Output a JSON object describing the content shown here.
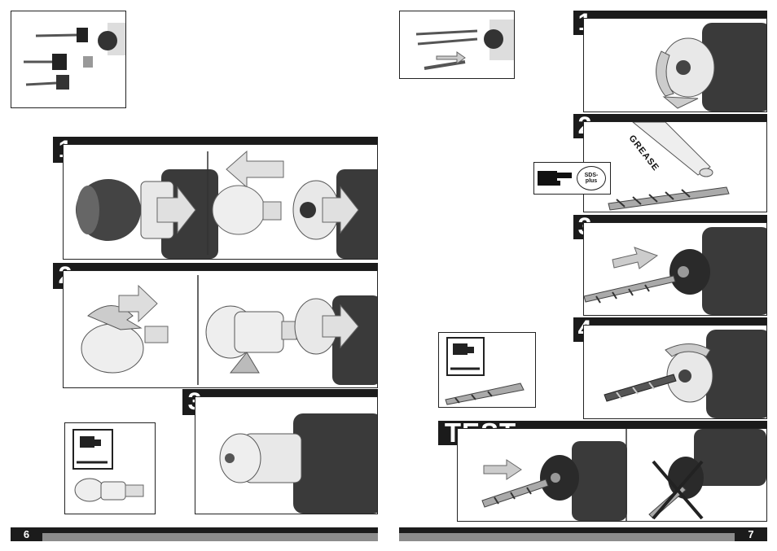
{
  "left_page": {
    "page_number": "6",
    "steps": [
      {
        "number": "1"
      },
      {
        "number": "2"
      },
      {
        "number": "3"
      }
    ]
  },
  "right_page": {
    "page_number": "7",
    "steps": [
      {
        "number": "1"
      },
      {
        "number": "2"
      },
      {
        "number": "3"
      },
      {
        "number": "4"
      }
    ],
    "grease_label": "GREASE",
    "sds_label_line1": "SDS-",
    "sds_label_line2": "plus",
    "test_label": "TEST"
  },
  "colors": {
    "dark": "#1b1b1b",
    "footer_gray": "#8c8c8c",
    "tool_body": "#3a3a3a",
    "chuck_light": "#e8e8e8"
  }
}
